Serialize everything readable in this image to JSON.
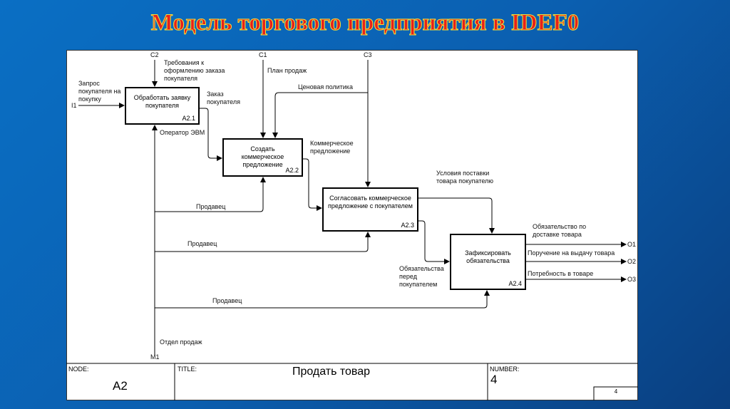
{
  "slide_title": "Модель торгового предприятия в IDEF0",
  "boxes": [
    {
      "name": "Обработать заявку покупателя",
      "id": "A2.1"
    },
    {
      "name": "Создать коммерческое предложение",
      "id": "A2.2"
    },
    {
      "name": "Согласовать коммерческое предложение с покупателем",
      "id": "A2.3"
    },
    {
      "name": "Зафиксировать обязательства",
      "id": "A2.4"
    }
  ],
  "tunnels": {
    "c1": "C1",
    "c2": "C2",
    "c3": "C3",
    "i1": "I1",
    "m1": "M1",
    "o1": "O1",
    "o2": "O2",
    "o3": "O3"
  },
  "labels": {
    "requirements": "Требования к оформлению заказа покупателя",
    "sales_plan": "План продаж",
    "price_policy": "Ценовая политика",
    "request": "Запрос покупателя на покупку",
    "order": "Заказ покупателя",
    "operator": "Оператор ЭВМ",
    "offer": "Коммерческое предложение",
    "delivery_terms": "Условия поставки товара покупателю",
    "obligations": "Обязательства перед покупателем",
    "delivery_obligation": "Обязательство по доставке товара",
    "issue_order": "Поручение на выдачу товара",
    "need": "Потребность в товаре",
    "seller1": "Продавец",
    "seller2": "Продавец",
    "seller3": "Продавец",
    "sales_dept": "Отдел продаж"
  },
  "title_block": {
    "node_label": "NODE:",
    "node": "A2",
    "title_label": "TITLE:",
    "title": "Продать товар",
    "number_label": "NUMBER:",
    "number": "4",
    "page": "4"
  }
}
